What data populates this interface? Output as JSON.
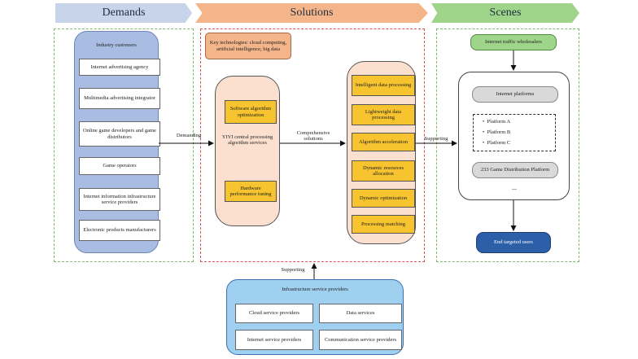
{
  "headers": {
    "demands": "Demands",
    "solutions": "Solutions",
    "scenes": "Scenes"
  },
  "demands": {
    "title": "Industry customers",
    "items": [
      "Internet advertising agency",
      "Multimedia advertising integrator",
      "Online game developers and game distributors",
      "Game operators",
      "Internet information infrastructure service providers",
      "Electronic products manufacturers"
    ]
  },
  "arrows": {
    "demanding": "Demanding",
    "comprehensive": "Comprehensive solutions",
    "supporting_right": "Supporting",
    "supporting_bottom": "Supporting"
  },
  "solutions": {
    "key_tech": "Key technologies: cloud computing, artificial intelligence, big data",
    "core": {
      "software": "Software algorithm optimization",
      "center": "YIYI central processing algorithm services",
      "hardware": "Hardware performance tuning"
    },
    "features": [
      "Intelligent data processing",
      "Lightweight data processing",
      "Algorithm acceleration",
      "Dynamic resources allocation",
      "Dynamic optimization",
      "Processing matching"
    ]
  },
  "scenes": {
    "wholesalers": "Internet traffic wholesalers",
    "platforms_title": "Internet platforms",
    "platforms": [
      "Platform A",
      "Platform B",
      "Platform C"
    ],
    "game_platforms": "233 Game Distribution Platform",
    "ellipsis": "...",
    "end_users": "End targeted users"
  },
  "infrastructure": {
    "title": "Infrastructure service providers",
    "items": [
      "Cloud service providers",
      "Data services",
      "Internet service providers",
      "Communication service providers"
    ]
  },
  "colors": {
    "demands_header": "#c7d4ea",
    "solutions_header": "#f4b58a",
    "scenes_header": "#9fd58a",
    "blue_panel": "#a9bde3",
    "peach_panel": "#fbe0d0",
    "yellow": "#f7c32e",
    "green_pill": "#9fd58a",
    "end_users": "#2d5fa8",
    "infra_panel": "#9fd0f0"
  }
}
